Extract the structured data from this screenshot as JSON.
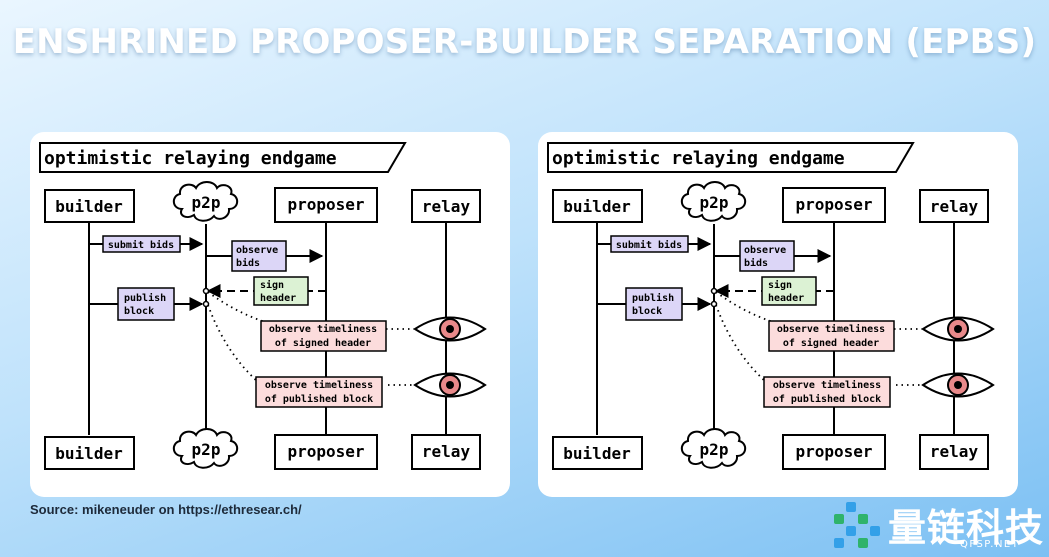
{
  "header": {
    "title": "ENSHRINED PROPOSER-BUILDER SEPARATION (EPBS)"
  },
  "diagram": {
    "panel_title": "optimistic relaying endgame",
    "actors": {
      "builder": "builder",
      "p2p": "p2p",
      "proposer": "proposer",
      "relay": "relay"
    },
    "steps": {
      "submit_bids": "submit bids",
      "observe_bids_1": "observe",
      "observe_bids_2": "bids",
      "publish_block_1": "publish",
      "publish_block_2": "block",
      "sign_header_1": "sign",
      "sign_header_2": "header",
      "timeliness_header_1": "observe timeliness",
      "timeliness_header_2": "of signed header",
      "timeliness_block_1": "observe timeliness",
      "timeliness_block_2": "of published block"
    }
  },
  "footer": {
    "source": "Source: mikeneuder on https://ethresear.ch/"
  },
  "watermark": {
    "name": "量链科技",
    "domain": "QFSP.NET"
  },
  "colors": {
    "purple_box": "#dcd6f7",
    "green_box": "#dcf2d4",
    "pink_box": "#fcdcdc",
    "eye_iris": "#e8898a",
    "logo_green": "#2fb36b",
    "logo_blue": "#33a0e8"
  }
}
